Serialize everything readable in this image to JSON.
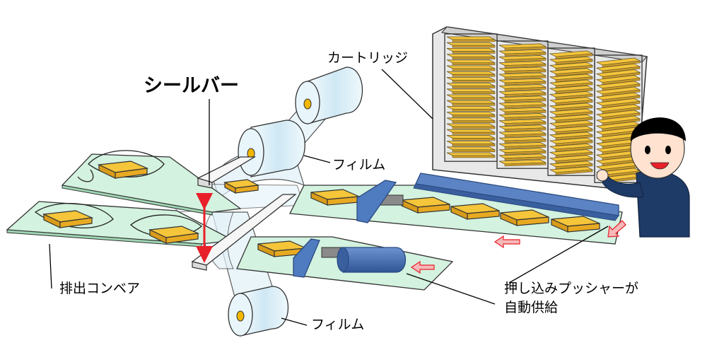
{
  "labels": {
    "seal_bar": "シールバー",
    "cartridge": "カートリッジ",
    "film_top": "フィルム",
    "film_bottom": "フィルム",
    "discharge_conveyor": "排出コンベア",
    "pusher_line1": "押し込みプッシャーが",
    "pusher_line2": "自動供給"
  },
  "colors": {
    "conveyor": "#d3f2df",
    "product": "#f5c53a",
    "pusher": "#4a73b5",
    "film": "#dceff8",
    "arrow_red": "#e8202a",
    "cartridge_frame": "#e8e8e8",
    "worker_shirt": "#1e3a66",
    "worker_skin": "#ffe2cf"
  }
}
